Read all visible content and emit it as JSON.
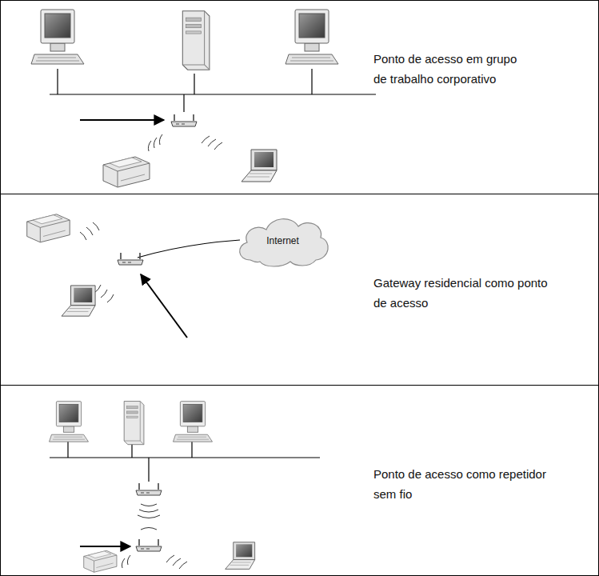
{
  "diagram": {
    "nodes": [
      {
        "text": [
          "Ponto de acesso em grupo de trabalho corporativo"
        ]
      },
      {
        "text": [
          "Gateway residencial como ponto de acesso"
        ]
      },
      {
        "text": [
          "Internet"
        ],
        "in": 1
      },
      {
        "text": [
          "Ponto de acesso como repetidor sem fio"
        ]
      }
    ]
  }
}
